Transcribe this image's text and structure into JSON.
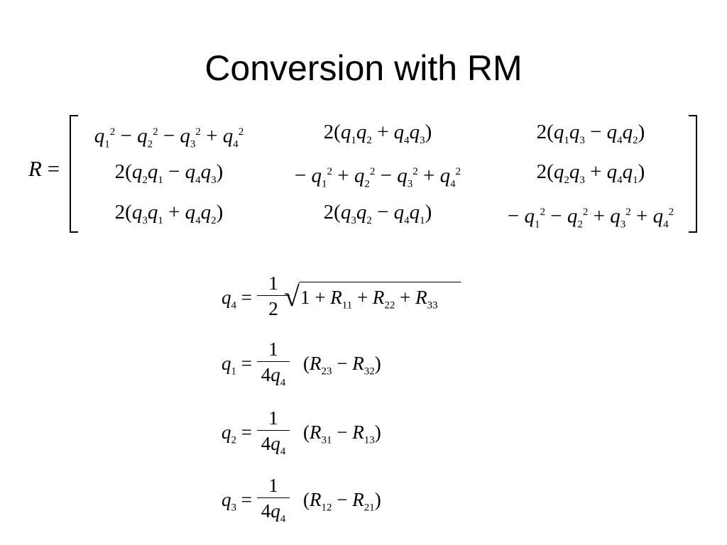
{
  "slide": {
    "title": "Conversion with RM"
  },
  "matrix": {
    "lhs": "R",
    "equals": "=",
    "rows": [
      [
        [
          [
            "v",
            "q"
          ],
          [
            "b",
            "1"
          ],
          [
            "p",
            "2"
          ],
          [
            "o",
            " − "
          ],
          [
            "v",
            "q"
          ],
          [
            "b",
            "2"
          ],
          [
            "p",
            "2"
          ],
          [
            "o",
            " − "
          ],
          [
            "v",
            "q"
          ],
          [
            "b",
            "3"
          ],
          [
            "p",
            "2"
          ],
          [
            "o",
            " + "
          ],
          [
            "v",
            "q"
          ],
          [
            "b",
            "4"
          ],
          [
            "p",
            "2"
          ]
        ],
        [
          [
            "o",
            "2("
          ],
          [
            "v",
            "q"
          ],
          [
            "b",
            "1"
          ],
          [
            "v",
            "q"
          ],
          [
            "b",
            "2"
          ],
          [
            "o",
            " + "
          ],
          [
            "v",
            "q"
          ],
          [
            "b",
            "4"
          ],
          [
            "v",
            "q"
          ],
          [
            "b",
            "3"
          ],
          [
            "o",
            ")"
          ]
        ],
        [
          [
            "o",
            "2("
          ],
          [
            "v",
            "q"
          ],
          [
            "b",
            "1"
          ],
          [
            "v",
            "q"
          ],
          [
            "b",
            "3"
          ],
          [
            "o",
            " − "
          ],
          [
            "v",
            "q"
          ],
          [
            "b",
            "4"
          ],
          [
            "v",
            "q"
          ],
          [
            "b",
            "2"
          ],
          [
            "o",
            ")"
          ]
        ]
      ],
      [
        [
          [
            "o",
            "2("
          ],
          [
            "v",
            "q"
          ],
          [
            "b",
            "2"
          ],
          [
            "v",
            "q"
          ],
          [
            "b",
            "1"
          ],
          [
            "o",
            " − "
          ],
          [
            "v",
            "q"
          ],
          [
            "b",
            "4"
          ],
          [
            "v",
            "q"
          ],
          [
            "b",
            "3"
          ],
          [
            "o",
            ")"
          ]
        ],
        [
          [
            "o",
            "− "
          ],
          [
            "v",
            "q"
          ],
          [
            "b",
            "1"
          ],
          [
            "p",
            "2"
          ],
          [
            "o",
            " + "
          ],
          [
            "v",
            "q"
          ],
          [
            "b",
            "2"
          ],
          [
            "p",
            "2"
          ],
          [
            "o",
            " − "
          ],
          [
            "v",
            "q"
          ],
          [
            "b",
            "3"
          ],
          [
            "p",
            "2"
          ],
          [
            "o",
            " + "
          ],
          [
            "v",
            "q"
          ],
          [
            "b",
            "4"
          ],
          [
            "p",
            "2"
          ]
        ],
        [
          [
            "o",
            "2("
          ],
          [
            "v",
            "q"
          ],
          [
            "b",
            "2"
          ],
          [
            "v",
            "q"
          ],
          [
            "b",
            "3"
          ],
          [
            "o",
            " + "
          ],
          [
            "v",
            "q"
          ],
          [
            "b",
            "4"
          ],
          [
            "v",
            "q"
          ],
          [
            "b",
            "1"
          ],
          [
            "o",
            ")"
          ]
        ]
      ],
      [
        [
          [
            "o",
            "2("
          ],
          [
            "v",
            "q"
          ],
          [
            "b",
            "3"
          ],
          [
            "v",
            "q"
          ],
          [
            "b",
            "1"
          ],
          [
            "o",
            " + "
          ],
          [
            "v",
            "q"
          ],
          [
            "b",
            "4"
          ],
          [
            "v",
            "q"
          ],
          [
            "b",
            "2"
          ],
          [
            "o",
            ")"
          ]
        ],
        [
          [
            "o",
            "2("
          ],
          [
            "v",
            "q"
          ],
          [
            "b",
            "3"
          ],
          [
            "v",
            "q"
          ],
          [
            "b",
            "2"
          ],
          [
            "o",
            " − "
          ],
          [
            "v",
            "q"
          ],
          [
            "b",
            "4"
          ],
          [
            "v",
            "q"
          ],
          [
            "b",
            "1"
          ],
          [
            "o",
            ")"
          ]
        ],
        [
          [
            "o",
            "− "
          ],
          [
            "v",
            "q"
          ],
          [
            "b",
            "1"
          ],
          [
            "p",
            "2"
          ],
          [
            "o",
            " − "
          ],
          [
            "v",
            "q"
          ],
          [
            "b",
            "2"
          ],
          [
            "p",
            "2"
          ],
          [
            "o",
            " + "
          ],
          [
            "v",
            "q"
          ],
          [
            "b",
            "3"
          ],
          [
            "p",
            "2"
          ],
          [
            "o",
            " + "
          ],
          [
            "v",
            "q"
          ],
          [
            "b",
            "4"
          ],
          [
            "p",
            "2"
          ]
        ]
      ]
    ]
  },
  "formulas": [
    {
      "lhs": [
        [
          "v",
          "q"
        ],
        [
          "b",
          "4"
        ],
        [
          "o",
          " ="
        ]
      ],
      "numerator": [
        [
          "o",
          "1"
        ]
      ],
      "denominator": [
        [
          "o",
          "2"
        ]
      ],
      "sqrt": true,
      "rhs": [
        [
          "o",
          "1 + "
        ],
        [
          "v",
          "R"
        ],
        [
          "b",
          "11"
        ],
        [
          "o",
          " + "
        ],
        [
          "v",
          "R"
        ],
        [
          "b",
          "22"
        ],
        [
          "o",
          " + "
        ],
        [
          "v",
          "R"
        ],
        [
          "b",
          "33"
        ]
      ]
    },
    {
      "lhs": [
        [
          "v",
          "q"
        ],
        [
          "b",
          "1"
        ],
        [
          "o",
          " ="
        ]
      ],
      "numerator": [
        [
          "o",
          "1"
        ]
      ],
      "denominator": [
        [
          "o",
          "4"
        ],
        [
          "v",
          "q"
        ],
        [
          "b",
          "4"
        ]
      ],
      "sqrt": false,
      "rhs": [
        [
          "o",
          "("
        ],
        [
          "v",
          "R"
        ],
        [
          "b",
          "23"
        ],
        [
          "o",
          " − "
        ],
        [
          "v",
          "R"
        ],
        [
          "b",
          "32"
        ],
        [
          "o",
          ")"
        ]
      ]
    },
    {
      "lhs": [
        [
          "v",
          "q"
        ],
        [
          "b",
          "2"
        ],
        [
          "o",
          " ="
        ]
      ],
      "numerator": [
        [
          "o",
          "1"
        ]
      ],
      "denominator": [
        [
          "o",
          "4"
        ],
        [
          "v",
          "q"
        ],
        [
          "b",
          "4"
        ]
      ],
      "sqrt": false,
      "rhs": [
        [
          "o",
          "("
        ],
        [
          "v",
          "R"
        ],
        [
          "b",
          "31"
        ],
        [
          "o",
          " − "
        ],
        [
          "v",
          "R"
        ],
        [
          "b",
          "13"
        ],
        [
          "o",
          ")"
        ]
      ]
    },
    {
      "lhs": [
        [
          "v",
          "q"
        ],
        [
          "b",
          "3"
        ],
        [
          "o",
          " ="
        ]
      ],
      "numerator": [
        [
          "o",
          "1"
        ]
      ],
      "denominator": [
        [
          "o",
          "4"
        ],
        [
          "v",
          "q"
        ],
        [
          "b",
          "4"
        ]
      ],
      "sqrt": false,
      "rhs": [
        [
          "o",
          "("
        ],
        [
          "v",
          "R"
        ],
        [
          "b",
          "12"
        ],
        [
          "o",
          " − "
        ],
        [
          "v",
          "R"
        ],
        [
          "b",
          "21"
        ],
        [
          "o",
          ")"
        ]
      ]
    }
  ]
}
